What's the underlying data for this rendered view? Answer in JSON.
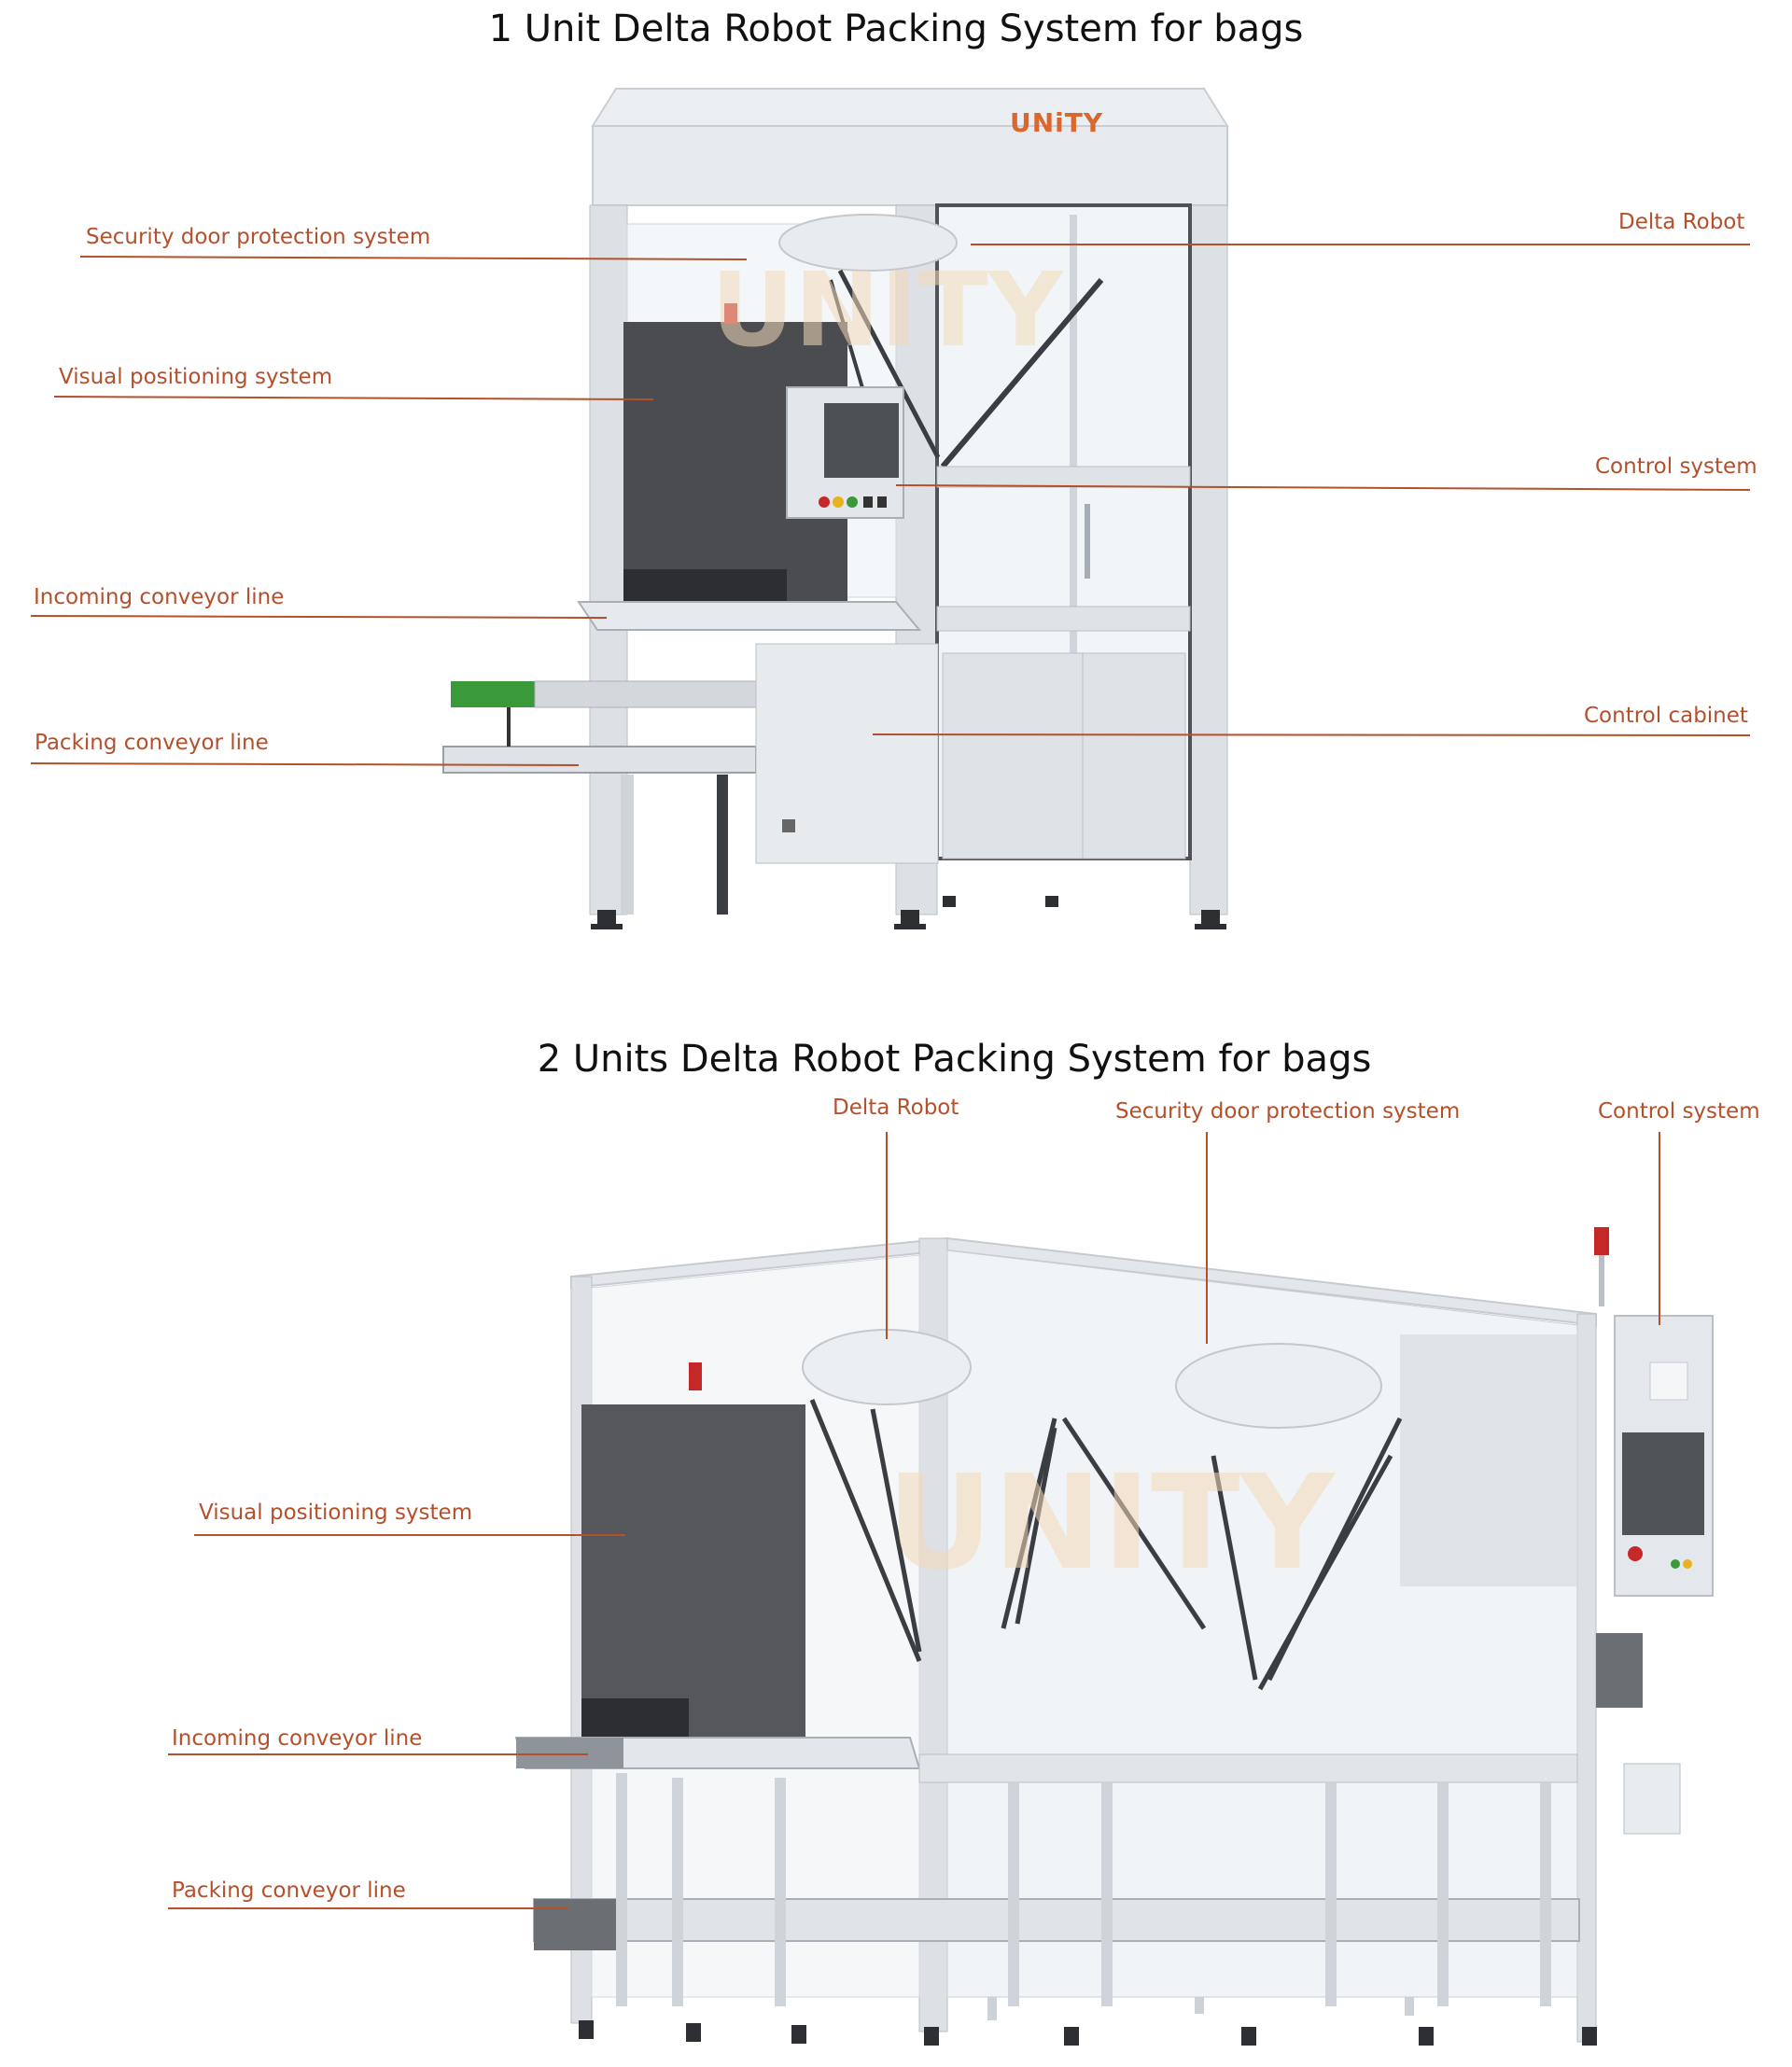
{
  "diagram_top": {
    "title": "1 Unit Delta Robot Packing System for bags",
    "brand": "UNiTY",
    "labels": {
      "security_door": "Security door protection system",
      "visual_positioning": "Visual positioning system",
      "incoming_conveyor": "Incoming conveyor line",
      "packing_conveyor": "Packing conveyor line",
      "delta_robot": "Delta Robot",
      "control_system": "Control system",
      "control_cabinet": "Control cabinet"
    }
  },
  "diagram_bottom": {
    "title": "2 Units Delta Robot Packing System for bags",
    "labels": {
      "delta_robot": "Delta Robot",
      "security_door": "Security door protection system",
      "control_system": "Control system",
      "visual_positioning": "Visual positioning system",
      "incoming_conveyor": "Incoming conveyor line",
      "packing_conveyor": "Packing conveyor line"
    }
  },
  "colors": {
    "label_text": "#b4502c",
    "leader_line": "#b4502c",
    "frame": "#d9dde2",
    "frame_dark": "#aeb4bb",
    "camera_box": "#4a4c50",
    "green_part": "#3a9a3a",
    "signal_red": "#c62828"
  }
}
